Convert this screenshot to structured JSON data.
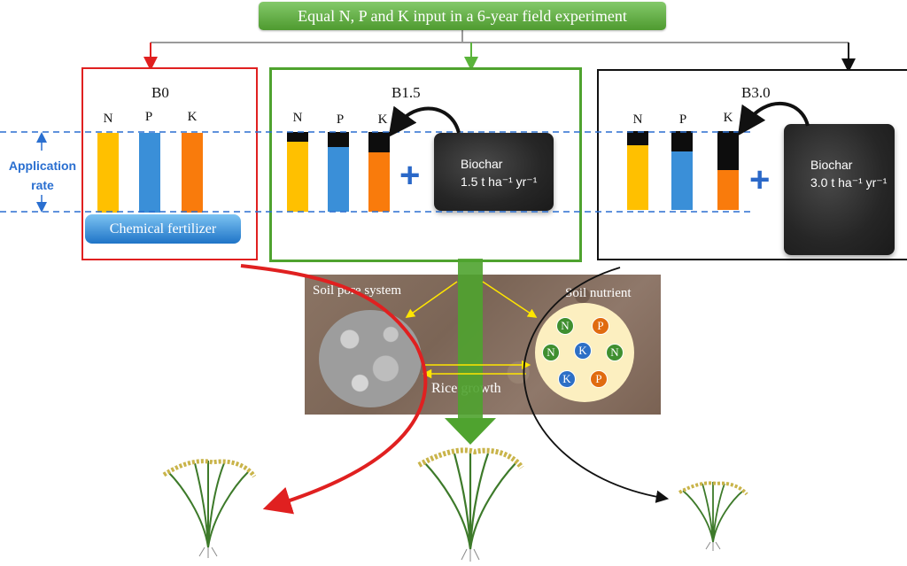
{
  "header": {
    "title": "Equal N, P and K input in a 6-year field experiment"
  },
  "colors": {
    "b0": "#e02020",
    "b15": "#4fa32f",
    "b30": "#111111",
    "N": "#ffc000",
    "P": "#3a8fd8",
    "K": "#f97b0c",
    "biochar_cap": "#0d0d0d",
    "rate_guide": "#2a6fd0"
  },
  "application_rate_label": "Application rate",
  "treatments": {
    "b0": {
      "title": "B0",
      "bars": [
        {
          "label": "N",
          "biochar_share": 0
        },
        {
          "label": "P",
          "biochar_share": 0
        },
        {
          "label": "K",
          "biochar_share": 0
        }
      ],
      "fertilizer_label": "Chemical fertilizer"
    },
    "b15": {
      "title": "B1.5",
      "bars": [
        {
          "label": "N",
          "biochar_share": 0.12
        },
        {
          "label": "P",
          "biochar_share": 0.19
        },
        {
          "label": "K",
          "biochar_share": 0.26
        }
      ],
      "biochar_name": "Biochar",
      "biochar_rate": "1.5 t ha⁻¹ yr⁻¹"
    },
    "b30": {
      "title": "B3.0",
      "bars": [
        {
          "label": "N",
          "biochar_share": 0.18
        },
        {
          "label": "P",
          "biochar_share": 0.26
        },
        {
          "label": "K",
          "biochar_share": 0.49
        }
      ],
      "biochar_name": "Biochar",
      "biochar_rate": "3.0 t ha⁻¹ yr⁻¹"
    }
  },
  "soil": {
    "pore_label": "Soil pore system",
    "nutrient_label": "Soil nutrient",
    "growth_label": "Rice  growth",
    "nutrients": [
      "N",
      "P",
      "N",
      "K",
      "N",
      "K",
      "P"
    ]
  },
  "icons": {
    "plus": "plus-icon",
    "biochar": "biochar-block-icon",
    "rice": "rice-plant-icon"
  }
}
